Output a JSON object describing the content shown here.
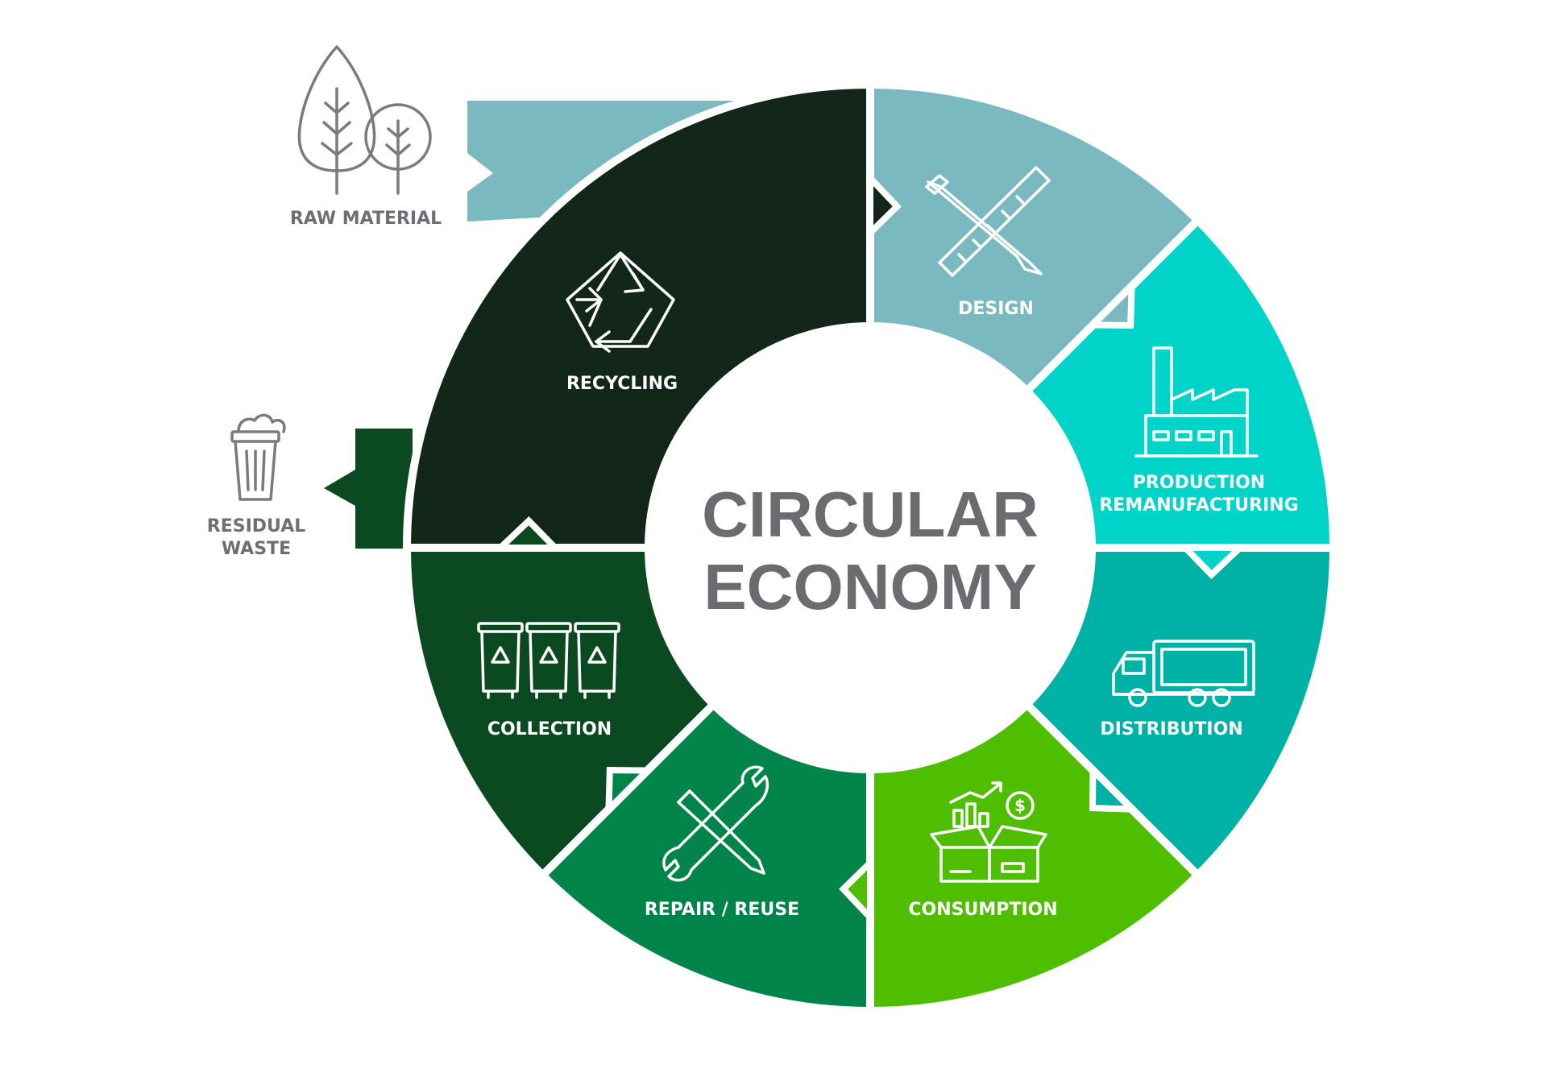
{
  "title": [
    "CIRCULAR",
    "ECONOMY"
  ],
  "segments": [
    {
      "id": "design",
      "label": [
        "DESIGN"
      ],
      "color": "#79b9bf",
      "icon": "pencil-ruler-icon"
    },
    {
      "id": "production",
      "label": [
        "PRODUCTION",
        "REMANUFACTURING"
      ],
      "color": "#00d4c9",
      "icon": "factory-icon"
    },
    {
      "id": "distribution",
      "label": [
        "DISTRIBUTION"
      ],
      "color": "#00b1a6",
      "icon": "truck-icon"
    },
    {
      "id": "consumption",
      "label": [
        "CONSUMPTION"
      ],
      "color": "#4fbe00",
      "icon": "box-money-icon"
    },
    {
      "id": "repair",
      "label": [
        "REPAIR / REUSE"
      ],
      "color": "#00844a",
      "icon": "wrench-screwdriver-icon"
    },
    {
      "id": "collection",
      "label": [
        "COLLECTION"
      ],
      "color": "#0b4a20",
      "icon": "recycle-bins-icon"
    },
    {
      "id": "recycling",
      "label": [
        "RECYCLING"
      ],
      "color": "#12261a",
      "icon": "recycle-icon"
    }
  ],
  "inputs": {
    "raw_material": {
      "label": [
        "RAW MATERIAL"
      ],
      "color": "#79b9bf",
      "icon": "trees-icon"
    },
    "residual_waste": {
      "label": [
        "RESIDUAL",
        "WASTE"
      ],
      "color": "#0b4a20",
      "icon": "trash-bin-icon"
    }
  },
  "colors": {
    "label_white": "#ffffff",
    "label_grey": "#6e6f73",
    "background": "#ffffff"
  }
}
